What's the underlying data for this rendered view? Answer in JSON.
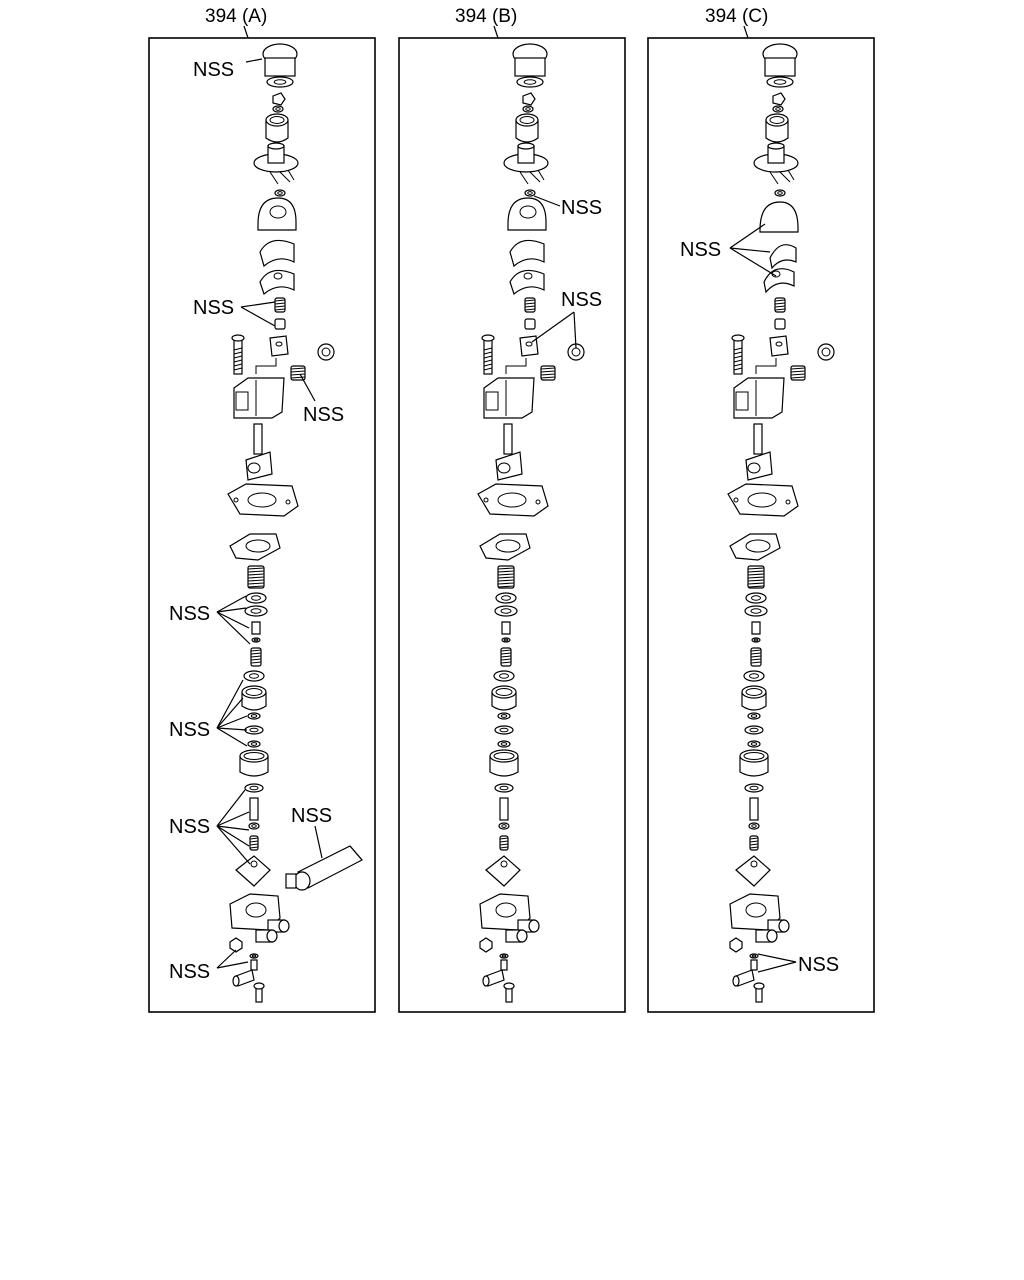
{
  "panels": [
    {
      "id": "A",
      "title": "394 (A)",
      "labels": [
        "NSS",
        "NSS",
        "NSS",
        "NSS",
        "NSS",
        "NSS",
        "NSS",
        "NSS"
      ]
    },
    {
      "id": "B",
      "title": "394 (B)",
      "labels": [
        "NSS",
        "NSS"
      ]
    },
    {
      "id": "C",
      "title": "394 (C)",
      "labels": [
        "NSS",
        "NSS"
      ]
    }
  ]
}
